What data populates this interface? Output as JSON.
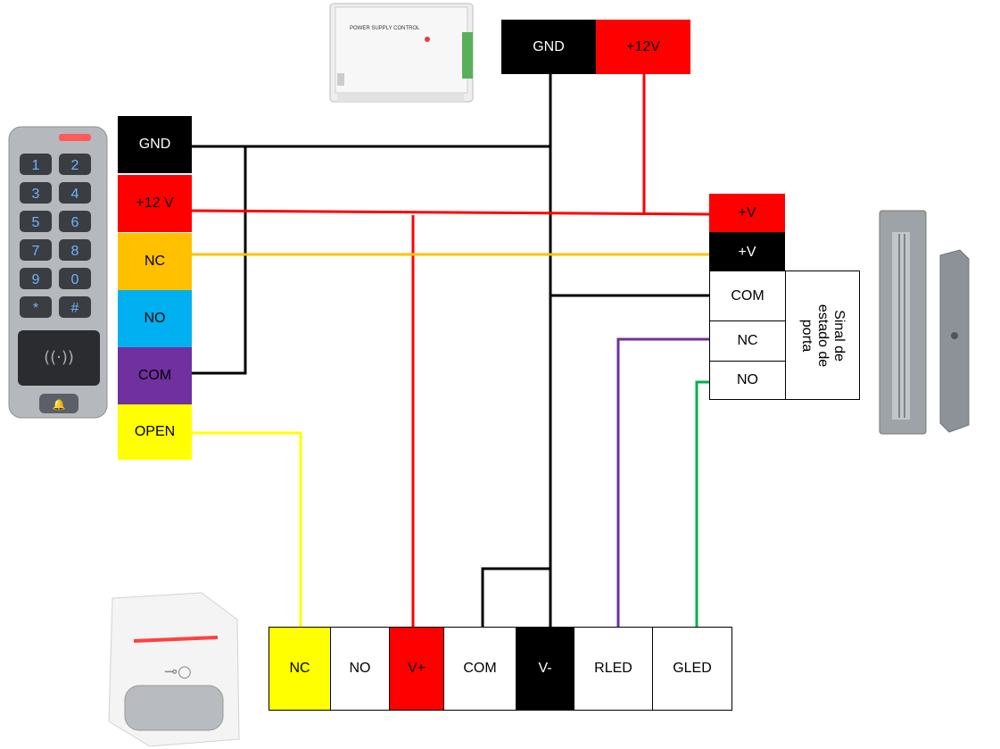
{
  "colors": {
    "black": "#000000",
    "red": "#ff0000",
    "orange": "#ffc000",
    "sky": "#00b0f0",
    "purple": "#7030a0",
    "yellow": "#ffff00",
    "green": "#00b050",
    "white": "#ffffff"
  },
  "power_supply": {
    "title": "POWER SUPPLY CONTROL",
    "terminals": {
      "gnd": "GND",
      "v12": "+12V"
    }
  },
  "keypad": {
    "terminals": {
      "gnd": "GND",
      "v12": "+12 V",
      "nc": "NC",
      "no": "NO",
      "com": "COM",
      "open": "OPEN"
    },
    "keys": [
      "1",
      "2",
      "3",
      "4",
      "5",
      "6",
      "7",
      "8",
      "9",
      "0",
      "*",
      "#"
    ]
  },
  "lock": {
    "terminals": {
      "vplus_red": "+V",
      "vplus_black": "+V",
      "com": "COM",
      "nc": "NC",
      "no": "NO"
    },
    "door_status_label": "Sinal de\nestado de\nporta"
  },
  "controller": {
    "terminals": [
      "NC",
      "NO",
      "V+",
      "COM",
      "V-",
      "RLED",
      "GLED"
    ]
  }
}
